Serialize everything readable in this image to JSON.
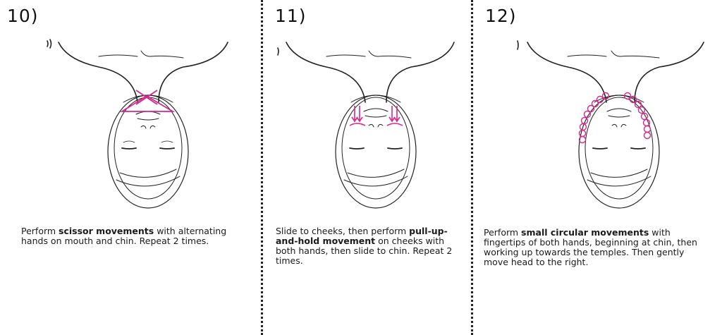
{
  "accent_color": "#d4288c",
  "steps": [
    {
      "number": "10)",
      "text_before": "Perform ",
      "bold": "scissor movements",
      "text_after": " with alternating hands on mouth and chin. Repeat 2 times.",
      "icon": "scissor-x-marks"
    },
    {
      "number": "11)",
      "text_before": "Slide to cheeks, then perform ",
      "bold": "pull-up-and-hold movement",
      "text_after": " on cheeks with both hands, then slide to chin. Repeat 2 times.",
      "icon": "downward-arrows"
    },
    {
      "number": "12)",
      "text_before": "Perform ",
      "bold": "small circular movements",
      "text_after": " with fingertips of both hands, beginning at chin, then working up towards the temples. Then gently move head to the right.",
      "icon": "circular-spirals"
    }
  ]
}
